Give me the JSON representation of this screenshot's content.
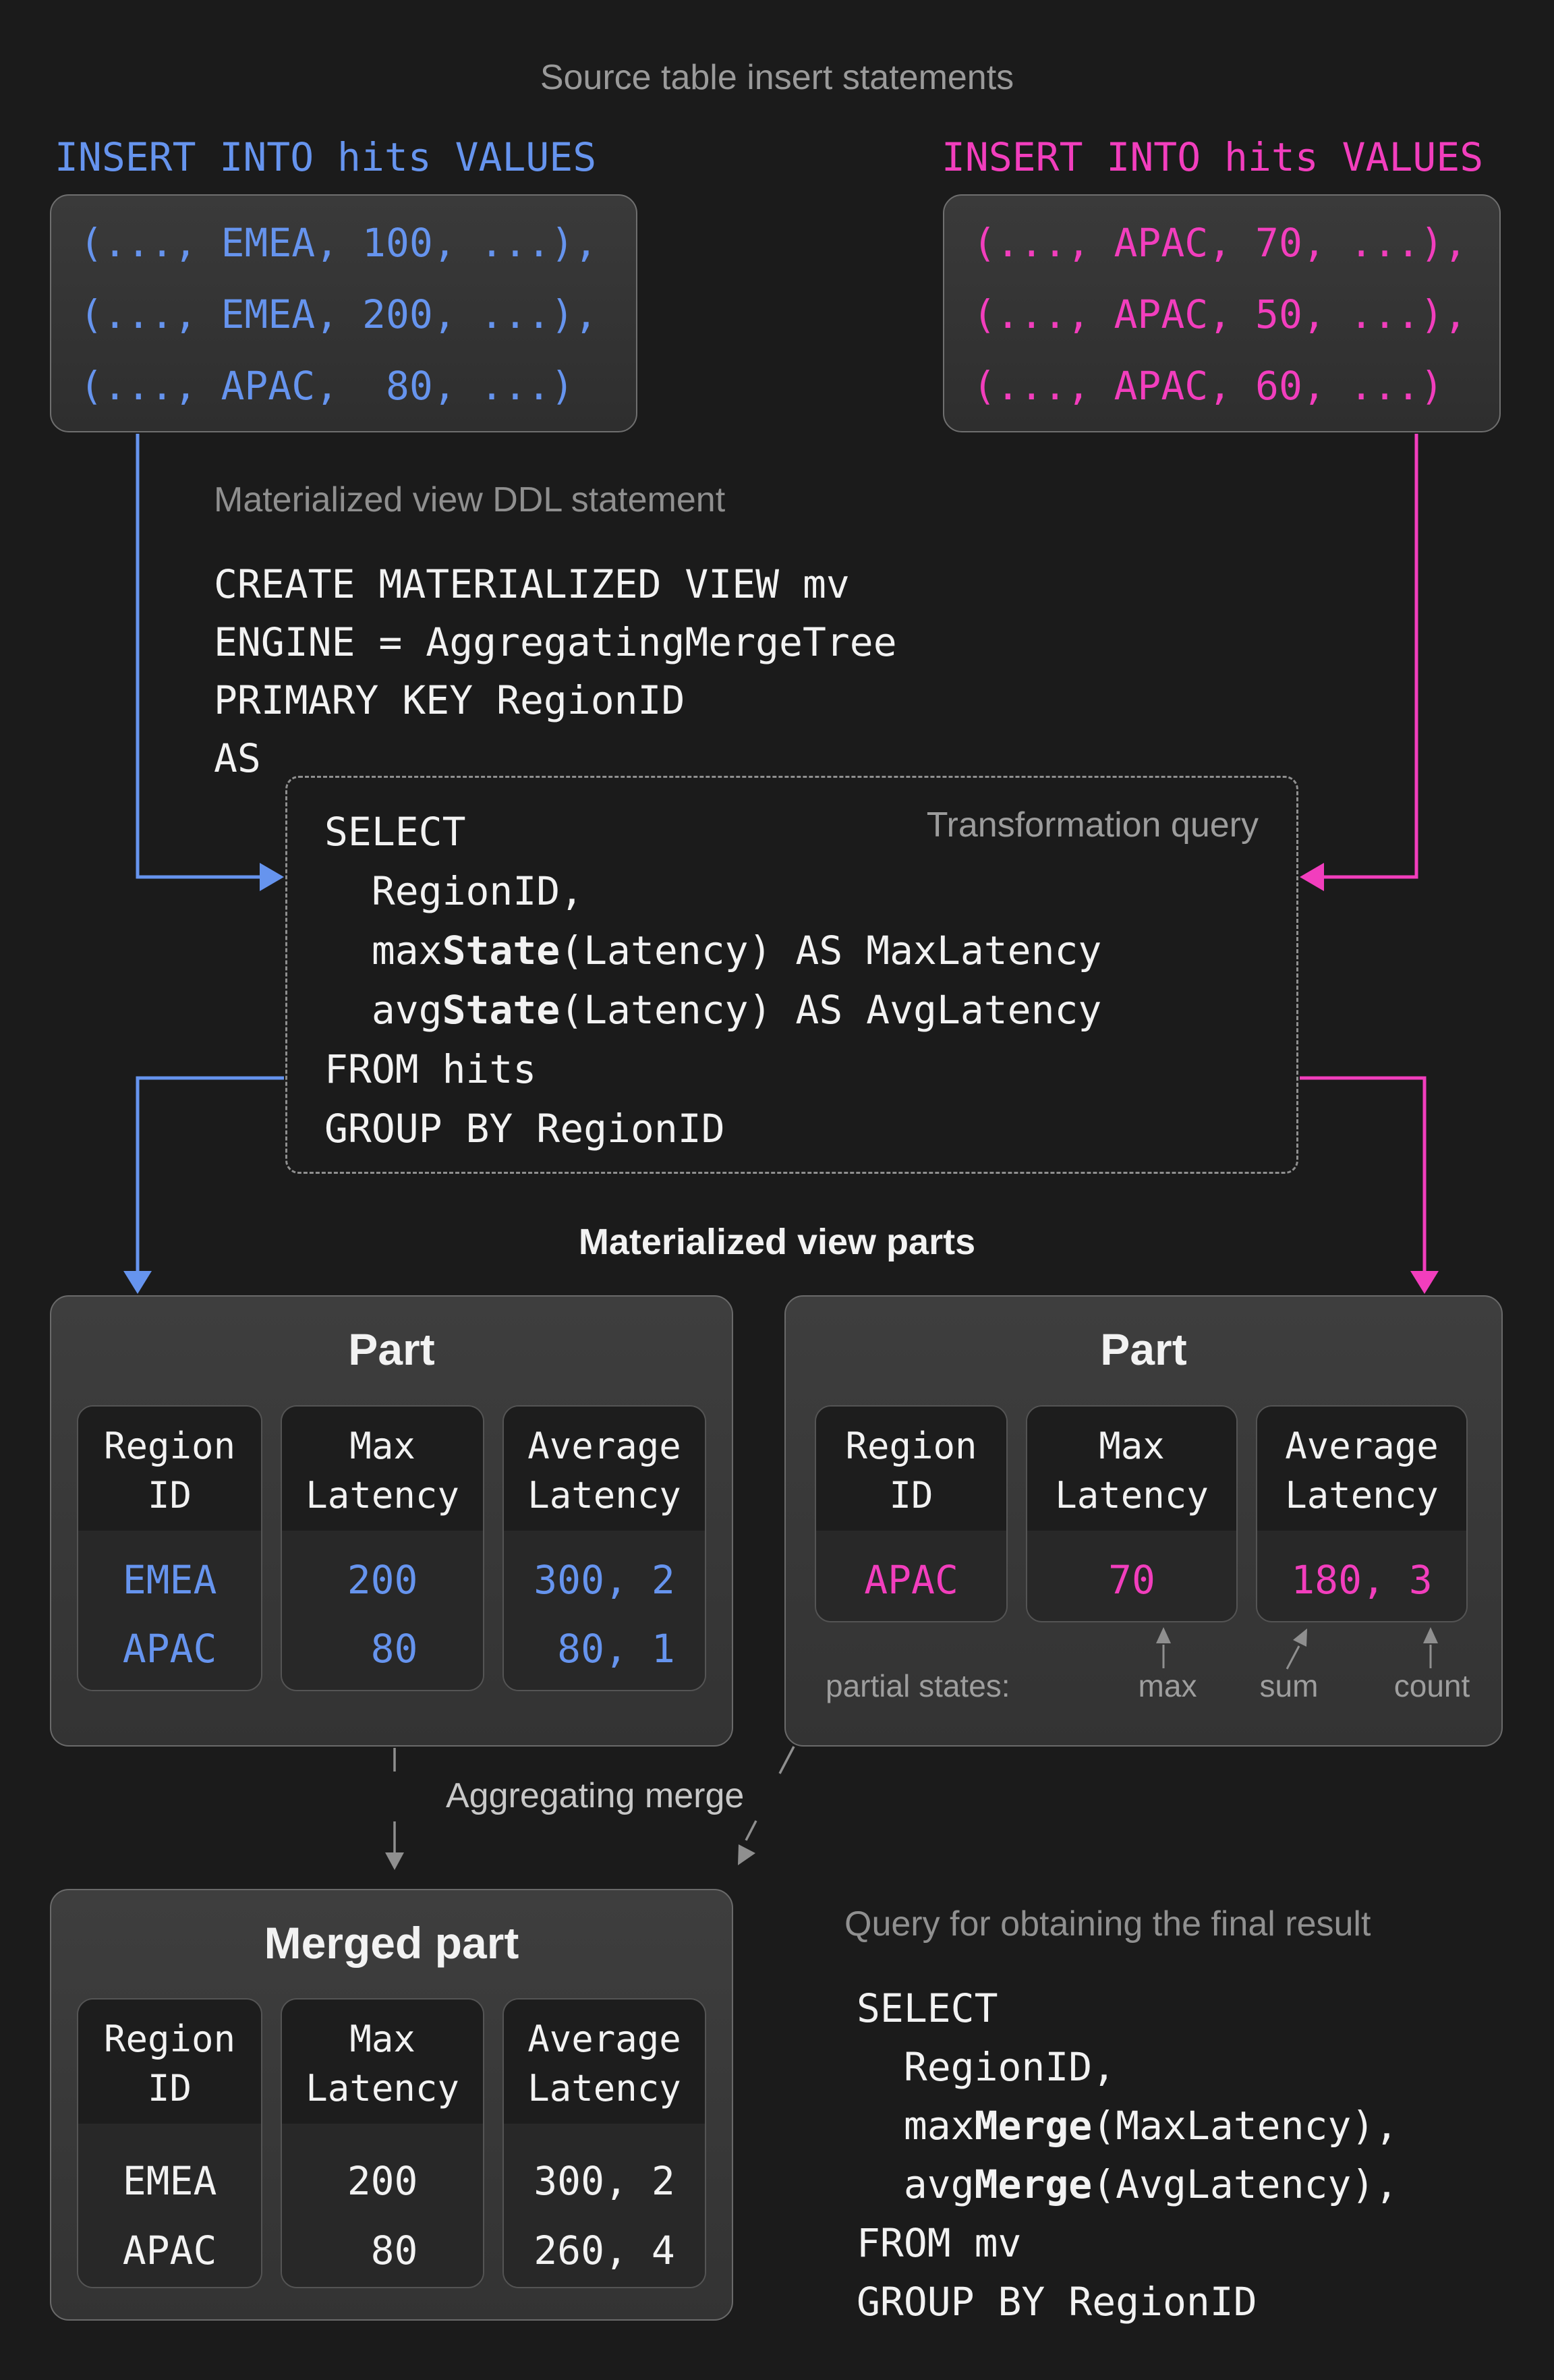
{
  "colors": {
    "bg": "#1B1B1B",
    "blue": "#6694EE",
    "pink": "#F23EBD",
    "text": "#F2F2F2",
    "gray-label": "#9A9A9A",
    "gray-arrow": "#8F8F8F"
  },
  "title": "Source table insert statements",
  "left_insert": {
    "label": "INSERT INTO hits VALUES",
    "rows": [
      "(..., EMEA, 100, ...),",
      "(..., EMEA, 200, ...),",
      "(..., APAC,  80, ...)"
    ]
  },
  "right_insert": {
    "label": "INSERT INTO hits VALUES",
    "rows": [
      "(..., APAC, 70, ...),",
      "(..., APAC, 50, ...),",
      "(..., APAC, 60, ...)"
    ]
  },
  "ddl": {
    "label": "Materialized view DDL statement",
    "code": [
      "CREATE MATERIALIZED VIEW mv",
      "ENGINE = AggregatingMergeTree",
      "PRIMARY KEY RegionID",
      "AS"
    ]
  },
  "transformation": {
    "label": "Transformation query",
    "code": [
      [
        {
          "t": "SELECT"
        }
      ],
      [
        {
          "t": "  RegionID,"
        }
      ],
      [
        {
          "t": "  max"
        },
        {
          "t": "State",
          "b": true
        },
        {
          "t": "(Latency) AS MaxLatency"
        }
      ],
      [
        {
          "t": "  avg"
        },
        {
          "t": "State",
          "b": true
        },
        {
          "t": "(Latency) AS AvgLatency"
        }
      ],
      [
        {
          "t": "FROM hits"
        }
      ],
      [
        {
          "t": "GROUP BY RegionID"
        }
      ]
    ]
  },
  "parts_title": "Materialized view parts",
  "part_left": {
    "title": "Part",
    "columns": [
      {
        "header": "Region\nID",
        "values": [
          "EMEA",
          "APAC"
        ]
      },
      {
        "header": "Max\nLatency",
        "values": [
          "200",
          " 80"
        ]
      },
      {
        "header": "Average\nLatency",
        "values": [
          "300, 2",
          " 80, 1"
        ]
      }
    ]
  },
  "part_right": {
    "title": "Part",
    "columns": [
      {
        "header": "Region\nID",
        "values": [
          "APAC"
        ]
      },
      {
        "header": "Max\nLatency",
        "values": [
          "70"
        ]
      },
      {
        "header": "Average\nLatency",
        "values": [
          "180, 3"
        ]
      }
    ],
    "partial_states_label": "partial states:",
    "annotations": {
      "max": "max",
      "sum": "sum",
      "count": "count"
    }
  },
  "merge_label": "Aggregating merge",
  "merged_part": {
    "title": "Merged part",
    "columns": [
      {
        "header": "Region\nID",
        "values": [
          "EMEA",
          "APAC"
        ]
      },
      {
        "header": "Max\nLatency",
        "values": [
          "200",
          " 80"
        ]
      },
      {
        "header": "Average\nLatency",
        "values": [
          "300, 2",
          "260, 4"
        ]
      }
    ]
  },
  "final_query": {
    "label": "Query for obtaining the final result",
    "code": [
      [
        {
          "t": "SELECT"
        }
      ],
      [
        {
          "t": "  RegionID,"
        }
      ],
      [
        {
          "t": "  max"
        },
        {
          "t": "Merge",
          "b": true
        },
        {
          "t": "(MaxLatency),"
        }
      ],
      [
        {
          "t": "  avg"
        },
        {
          "t": "Merge",
          "b": true
        },
        {
          "t": "(AvgLatency),"
        }
      ],
      [
        {
          "t": "FROM mv"
        }
      ],
      [
        {
          "t": "GROUP BY RegionID"
        }
      ]
    ]
  }
}
